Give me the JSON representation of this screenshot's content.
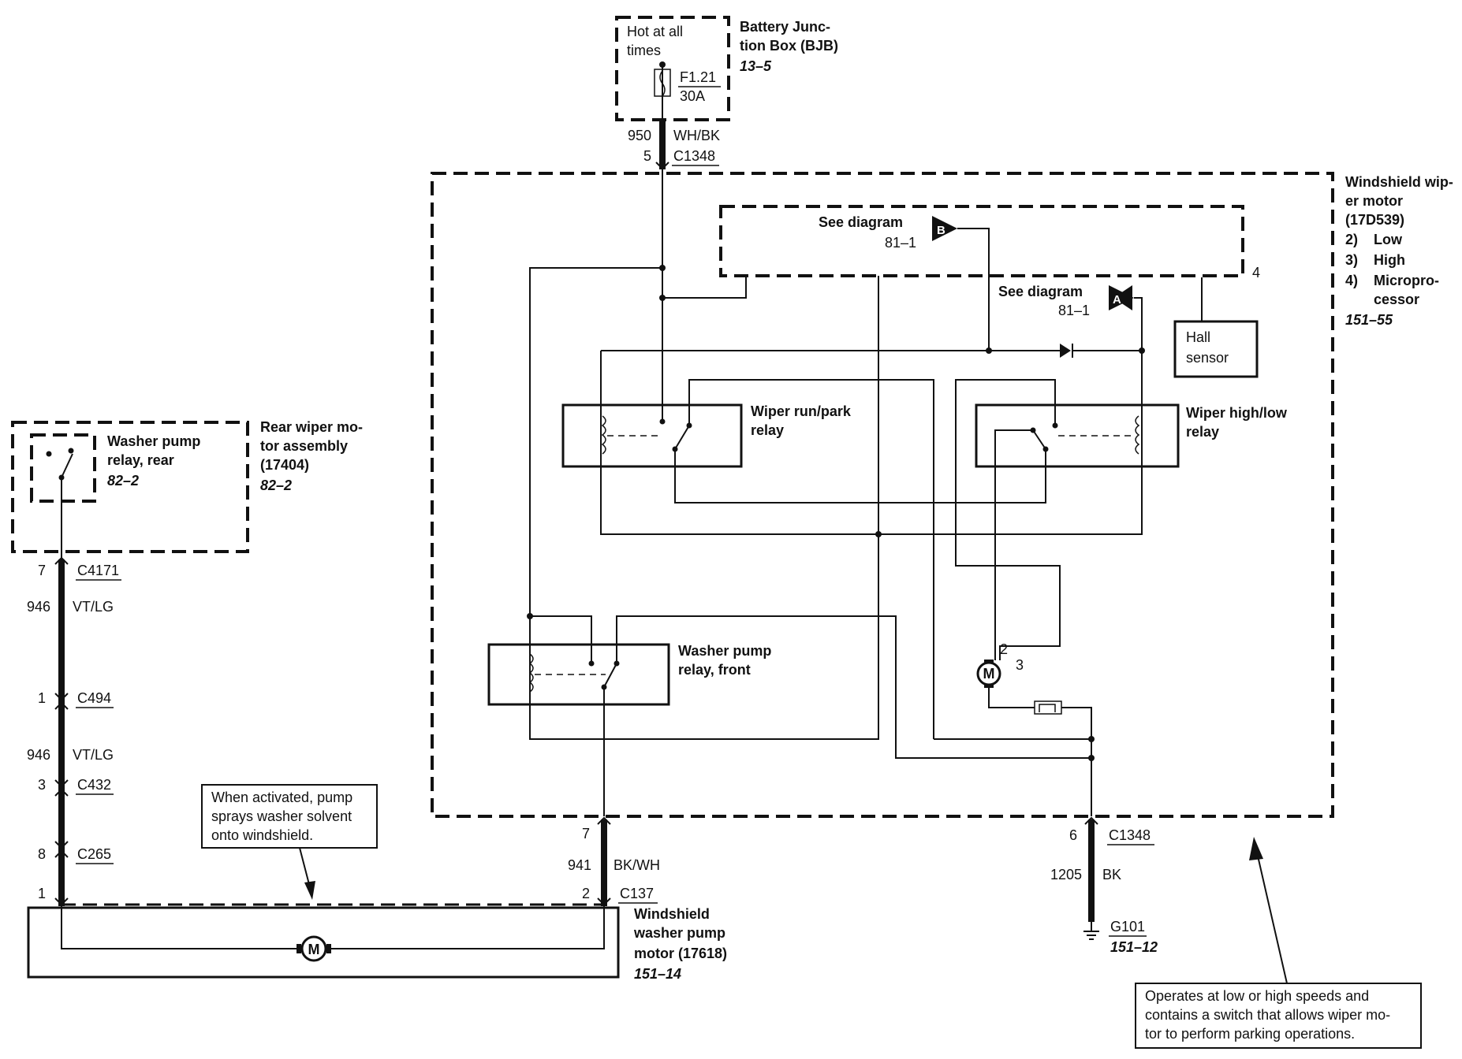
{
  "bjb": {
    "hot": [
      "Hot at all",
      "times"
    ],
    "fuse": "F1.21",
    "amps": "30A",
    "title": [
      "Battery Junc-",
      "tion Box (BJB)"
    ],
    "ref": "13–5"
  },
  "top_wire": {
    "circuit": "950",
    "color": "WH/BK",
    "pin": "5",
    "connector": "C1348"
  },
  "motor": {
    "title": [
      "Windshield wip-",
      "er motor",
      "(17D539)"
    ],
    "items": [
      {
        "num": "2)",
        "text": "Low"
      },
      {
        "num": "3)",
        "text": "High"
      },
      {
        "num": "4)",
        "text": "Micropro-"
      }
    ],
    "item_cont": "cessor",
    "ref": "151–55"
  },
  "see_b": {
    "text": "See diagram",
    "ref": "81–1",
    "flag": "B"
  },
  "see_a": {
    "text": "See diagram",
    "ref": "81–1",
    "flag": "A"
  },
  "pin4": "4",
  "hall": [
    "Hall",
    "sensor"
  ],
  "run_park": [
    "Wiper run/park",
    "relay"
  ],
  "high_low": [
    "Wiper high/low",
    "relay"
  ],
  "washer_front": [
    "Washer pump",
    "relay, front"
  ],
  "motor_pins": {
    "p2": "2",
    "p3": "3",
    "m": "M"
  },
  "rear": {
    "relay": [
      "Washer pump",
      "relay, rear"
    ],
    "relay_ref": "82–2",
    "assembly": [
      "Rear wiper mo-",
      "tor assembly",
      "(17404)"
    ],
    "assembly_ref": "82–2"
  },
  "left_wire": {
    "c4171_pin": "7",
    "c4171": "C4171",
    "circuit1": "946",
    "color1": "VT/LG",
    "c494_pin": "1",
    "c494": "C494",
    "circuit2": "946",
    "color2": "VT/LG",
    "c432_pin": "3",
    "c432": "C432",
    "c265_pin": "8",
    "c265": "C265",
    "c137_pin_left": "1"
  },
  "note_pump": [
    "When activated, pump",
    "sprays washer solvent",
    "onto windshield."
  ],
  "mid_wire": {
    "pin7": "7",
    "circuit": "941",
    "color": "BK/WH",
    "pin2": "2",
    "connector": "C137"
  },
  "washer_motor": {
    "title": [
      "Windshield",
      "washer pump",
      "motor (17618)"
    ],
    "ref": "151–14",
    "m": "M"
  },
  "gnd_wire": {
    "pin": "6",
    "connector": "C1348",
    "circuit": "1205",
    "color": "BK",
    "ground": "G101",
    "ref": "151–12"
  },
  "note_motor": [
    "Operates at low or high speeds and",
    "contains a switch that allows wiper mo-",
    "tor to perform parking operations."
  ]
}
